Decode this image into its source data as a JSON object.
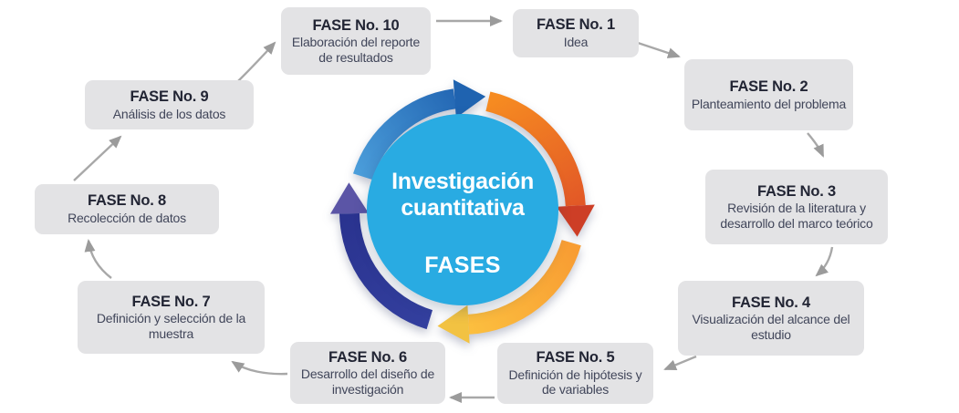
{
  "center": {
    "title": "Investigación cuantitativa",
    "label": "FASES"
  },
  "phases": [
    {
      "title": "FASE No. 1",
      "description": "Idea"
    },
    {
      "title": "FASE No. 2",
      "description": "Planteamiento del problema"
    },
    {
      "title": "FASE No. 3",
      "description": "Revisión de la literatura y desarrollo del marco teórico"
    },
    {
      "title": "FASE No. 4",
      "description": "Visualización del alcance del estudio"
    },
    {
      "title": "FASE No. 5",
      "description": "Definición de hipótesis y de variables"
    },
    {
      "title": "FASE No. 6",
      "description": "Desarrollo del diseño de investigación"
    },
    {
      "title": "FASE No. 7",
      "description": "Definición y selección de la muestra"
    },
    {
      "title": "FASE No. 8",
      "description": "Recolección de datos"
    },
    {
      "title": "FASE No. 9",
      "description": "Análisis de los datos"
    },
    {
      "title": "FASE No. 10",
      "description": "Elaboración del reporte de resultados"
    }
  ],
  "colors": {
    "center_circle": "#29abe2",
    "ring_blue": "#2366b3",
    "ring_orange": "#ee6b23",
    "ring_yellow": "#f9a838",
    "ring_indigo": "#2c3a94",
    "arrowhead_blue": "#1f63b0",
    "arrowhead_red": "#cd3e26",
    "arrowhead_yellow": "#f2c242",
    "arrowhead_purple": "#5b55a6",
    "connector": "#a8a8a8",
    "connector_head": "#9b9b9b",
    "box_bg": "#e3e3e5",
    "title_text": "#222534",
    "desc_text": "#41465a"
  }
}
